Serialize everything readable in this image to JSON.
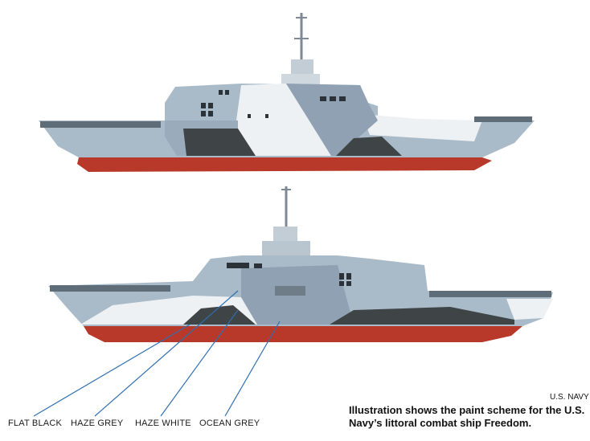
{
  "legend": {
    "flat_black": "FLAT BLACK",
    "haze_grey": "HAZE GREY",
    "haze_white": "HAZE WHITE",
    "ocean_grey": "OCEAN GREY"
  },
  "credit": "U.S. NAVY",
  "caption": {
    "line1": "Illustration shows the paint scheme for the U.S.",
    "line2": "Navy’s littoral combat ship Freedom."
  },
  "colors": {
    "flat_black": "#3f4446",
    "haze_grey": "#a9bac8",
    "haze_white": "#eef1f3",
    "ocean_grey": "#8fa1b3",
    "hull_red": "#b8392a",
    "leader_line": "#2f6fb0"
  }
}
